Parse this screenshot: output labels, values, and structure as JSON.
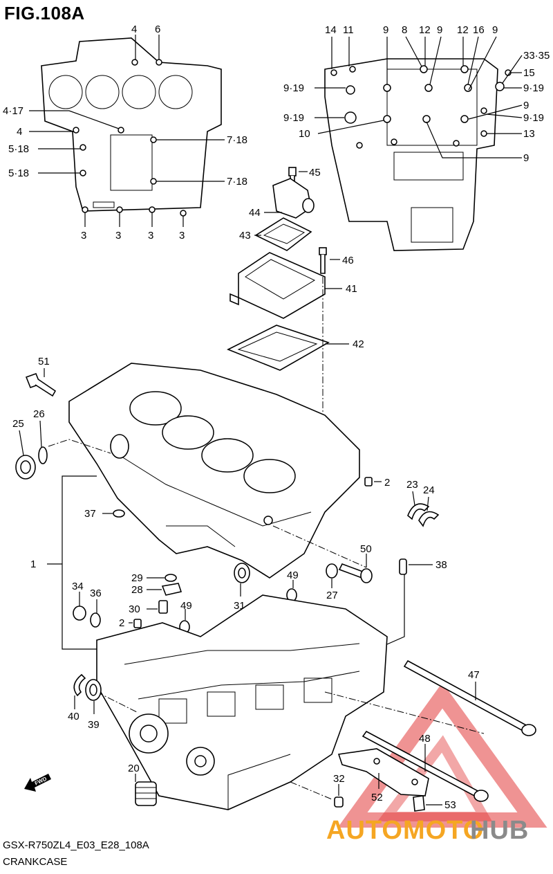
{
  "figure": {
    "title": "FIG.108A",
    "model_code": "GSX-R750ZL4_E03_E28_108A",
    "section_name": "CRANKCASE"
  },
  "watermark": {
    "brand_orange": "AUTOMOTO",
    "brand_gray": "HUB",
    "color_orange": "#f5a623",
    "color_gray": "#8a8a8a",
    "color_red": "#e23b3b"
  },
  "direction_marker": {
    "text": "FWD"
  },
  "callouts": {
    "l1": "1",
    "l2a": "2",
    "l2b": "2",
    "l20": "20",
    "l23": "23",
    "l24": "24",
    "l25": "25",
    "l26": "26",
    "l27": "27",
    "l28": "28",
    "l29": "29",
    "l30": "30",
    "l31": "31",
    "l32": "32",
    "l34": "34",
    "l36": "36",
    "l37": "37",
    "l38": "38",
    "l39": "39",
    "l40": "40",
    "l41": "41",
    "l42": "42",
    "l43": "43",
    "l44": "44",
    "l45": "45",
    "l46": "46",
    "l47": "47",
    "l48": "48",
    "l49a": "49",
    "l49b": "49",
    "l50": "50",
    "l51": "51",
    "l52": "52",
    "l53": "53",
    "tl4a": "4",
    "tl6": "6",
    "tl417": "4·17",
    "tl4b": "4",
    "tl518a": "5·18",
    "tl518b": "5·18",
    "tl718a": "7·18",
    "tl718b": "7·18",
    "tl3a": "3",
    "tl3b": "3",
    "tl3c": "3",
    "tl3d": "3",
    "tr14": "14",
    "tr11": "11",
    "tr9a": "9",
    "tr8": "8",
    "tr12a": "12",
    "tr9b": "9",
    "tr12b": "12",
    "tr16": "16",
    "tr9c": "9",
    "tr3335": "33·35",
    "tr15": "15",
    "tr919a": "9·19",
    "tr919b": "9·19",
    "tr919c": "9·19",
    "tr919d": "9·19",
    "tr9d": "9",
    "tr10": "10",
    "tr13": "13",
    "tr9e": "9"
  }
}
